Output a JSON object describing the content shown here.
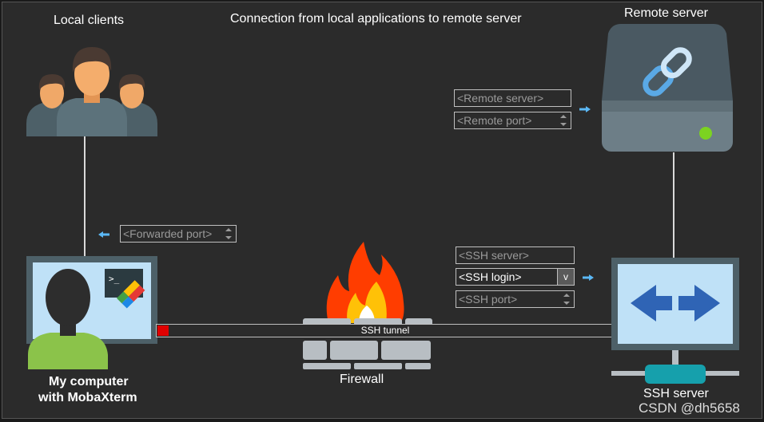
{
  "title": "Connection from local applications to remote server",
  "labels": {
    "local_clients": "Local clients",
    "remote_server": "Remote server",
    "my_computer_line1": "My computer",
    "my_computer_line2": "with MobaXterm",
    "firewall": "Firewall",
    "ssh_server": "SSH server",
    "ssh_tunnel": "SSH tunnel",
    "watermark": "CSDN @dh5658"
  },
  "fields": {
    "remote_server": "<Remote server>",
    "remote_port": "<Remote port>",
    "forwarded_port": "<Forwarded port>",
    "ssh_server": "<SSH server>",
    "ssh_login": "<SSH login>",
    "ssh_login_dropdown": "v",
    "ssh_port": "<SSH port>"
  },
  "icons": {
    "clients": "users-group-icon",
    "computer": "user-computer-icon",
    "remote": "server-link-icon",
    "firewall": "firewall-fire-icon",
    "ssh": "ssh-server-arrows-icon",
    "arrow": "arrow-icon"
  },
  "colors": {
    "background": "#2b2b2b",
    "screen": "#bfe1f7",
    "arrow": "#5bb8f5",
    "tunnel_marker": "#e00000",
    "server_light": "#7cd321",
    "flame_outer": "#ff3d00",
    "flame_inner": "#ffc107"
  }
}
